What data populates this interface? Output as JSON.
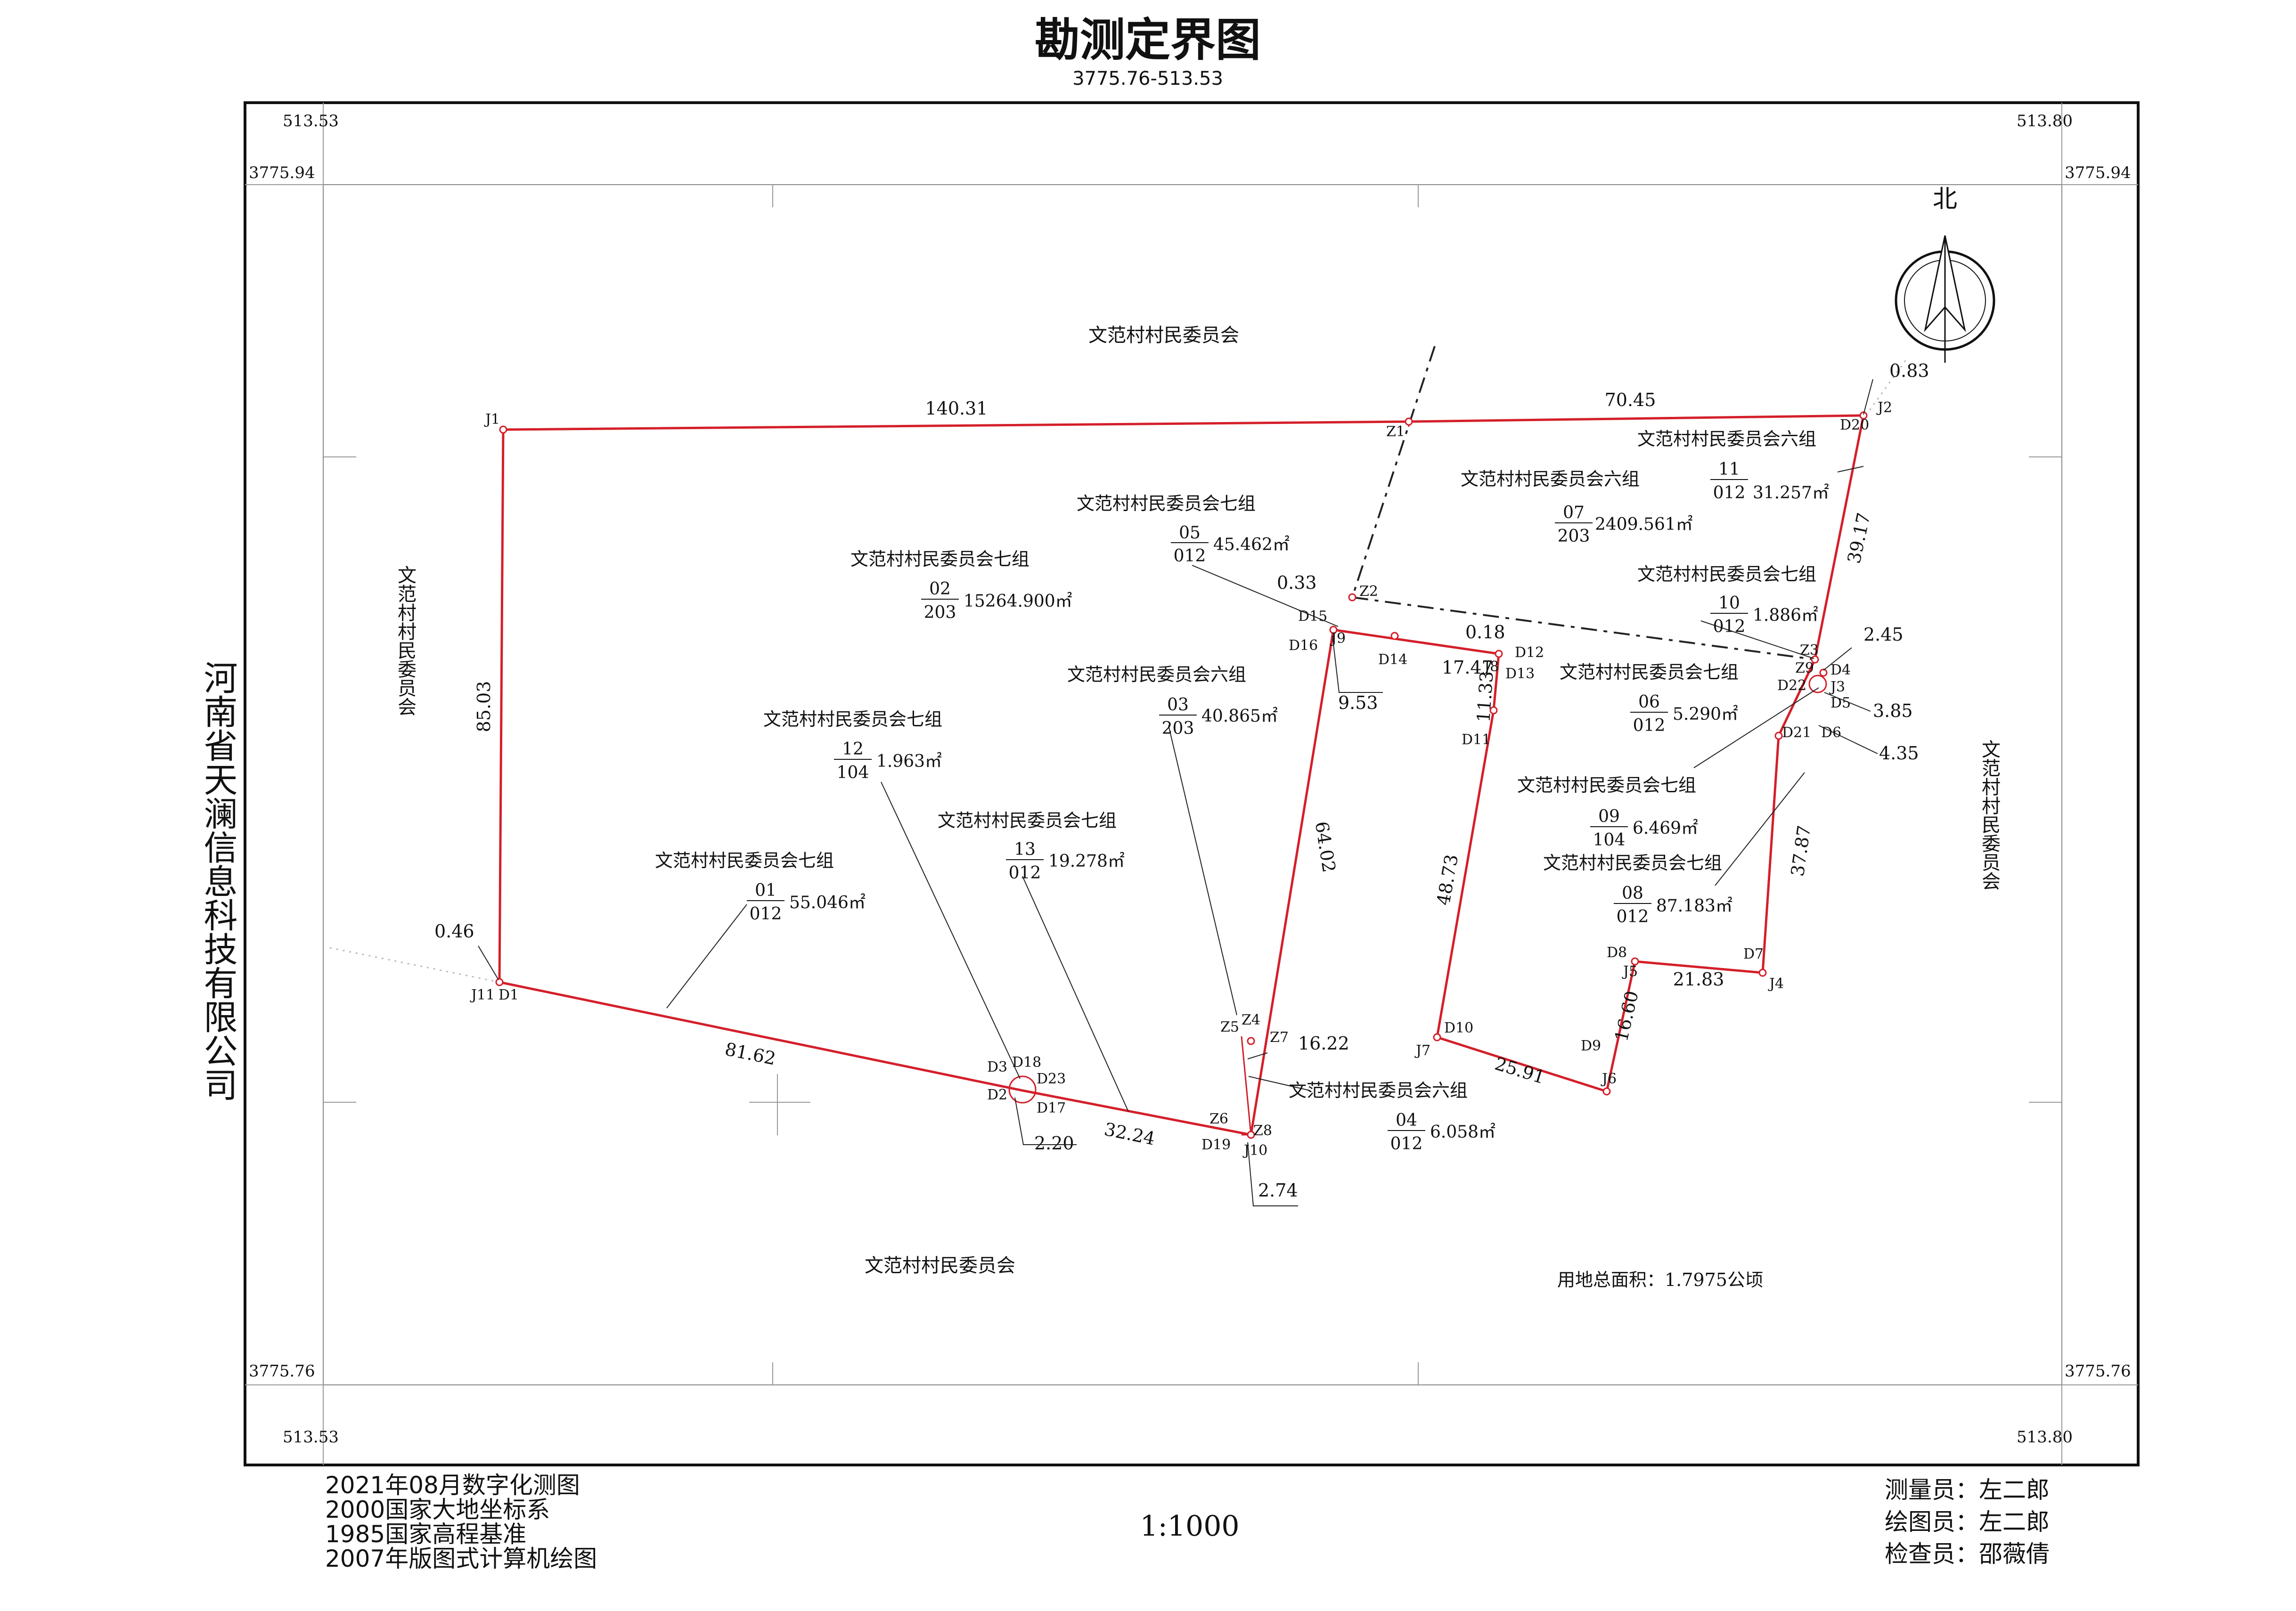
{
  "title": "勘测定界图",
  "map_number": "3775.76-513.53",
  "company": "河南省天澜信息科技有限公司",
  "corner_coords": {
    "tl_x": "513.53",
    "tl_y": "3775.94",
    "tr_x": "513.80",
    "tr_y": "3775.94",
    "bl_x": "513.53",
    "bl_y": "3775.76",
    "br_x": "513.80",
    "br_y": "3775.76"
  },
  "north_label": "北",
  "neighbors": {
    "top": "文范村村民委员会",
    "bottom": "文范村村民委员会",
    "left": "文范村村民委员会",
    "right": "文范村村民委员会"
  },
  "parcels": [
    {
      "owner": "文范村村民委员会七组",
      "num": "02",
      "code": "203",
      "area": "15264.900㎡"
    },
    {
      "owner": "文范村村民委员会七组",
      "num": "05",
      "code": "012",
      "area": "45.462㎡"
    },
    {
      "owner": "文范村村民委员会六组",
      "num": "07",
      "code": "203",
      "area": "2409.561㎡"
    },
    {
      "owner": "文范村村民委员会六组",
      "num": "11",
      "code": "012",
      "area": "31.257㎡"
    },
    {
      "owner": "文范村村民委员会七组",
      "num": "10",
      "code": "012",
      "area": "1.886㎡"
    },
    {
      "owner": "文范村村民委员会六组",
      "num": "03",
      "code": "203",
      "area": "40.865㎡"
    },
    {
      "owner": "文范村村民委员会七组",
      "num": "06",
      "code": "012",
      "area": "5.290㎡"
    },
    {
      "owner": "文范村村民委员会七组",
      "num": "12",
      "code": "104",
      "area": "1.963㎡"
    },
    {
      "owner": "文范村村民委员会七组",
      "num": "13",
      "code": "012",
      "area": "19.278㎡"
    },
    {
      "owner": "文范村村民委员会七组",
      "num": "09",
      "code": "104",
      "area": "6.469㎡"
    },
    {
      "owner": "文范村村民委员会七组",
      "num": "08",
      "code": "012",
      "area": "87.183㎡"
    },
    {
      "owner": "文范村村民委员会七组",
      "num": "01",
      "code": "012",
      "area": "55.046㎡"
    },
    {
      "owner": "文范村村民委员会六组",
      "num": "04",
      "code": "012",
      "area": "6.058㎡"
    }
  ],
  "distances": {
    "d1": "140.31",
    "d2": "70.45",
    "d3": "0.83",
    "d4": "85.03",
    "d5": "0.46",
    "d6": "81.62",
    "d7": "32.24",
    "d8": "2.20",
    "d9": "2.74",
    "d10": "64.02",
    "d11": "16.22",
    "d12": "9.53",
    "d13": "0.33",
    "d14": "17.47",
    "d15": "0.18",
    "d16": "11.33",
    "d17": "48.73",
    "d18": "25.91",
    "d19": "16.60",
    "d20": "21.83",
    "d21": "37.87",
    "d22": "39.17",
    "d23": "2.45",
    "d24": "3.85",
    "d25": "4.35"
  },
  "points": {
    "J1": "J1",
    "J2": "J2",
    "J3": "J3",
    "J4": "J4",
    "J5": "J5",
    "J6": "J6",
    "J7": "J7",
    "J8": "J8",
    "J9": "J9",
    "J10": "J10",
    "J11": "J11",
    "D1": "D1",
    "D2": "D2",
    "D3": "D3",
    "D4": "D4",
    "D5": "D5",
    "D6": "D6",
    "D7": "D7",
    "D8": "D8",
    "D9": "D9",
    "D10": "D10",
    "D11": "D11",
    "D12": "D12",
    "D13": "D13",
    "D14": "D14",
    "D15": "D15",
    "D16": "D16",
    "D17": "D17",
    "D18": "D18",
    "D19": "D19",
    "D20": "D20",
    "D21": "D21",
    "D22": "D22",
    "D23": "D23",
    "Z1": "Z1",
    "Z2": "Z2",
    "Z3": "Z3",
    "Z4": "Z4",
    "Z5": "Z5",
    "Z6": "Z6",
    "Z7": "Z7",
    "Z8": "Z8",
    "Z9": "Z9"
  },
  "total_area": "用地总面积：1.7975公顷",
  "footer": {
    "line1": "2021年08月数字化测图",
    "line2": "2000国家大地坐标系",
    "line3": "1985国家高程基准",
    "line4": "2007年版图式计算机绘图",
    "scale": "1:1000",
    "surveyor": "测量员：左二郎",
    "drafter": "绘图员：左二郎",
    "checker": "检查员：邵薇倩"
  },
  "colors": {
    "boundary": "#d41f2a",
    "ink": "#111111",
    "grid": "#9a9a9a"
  }
}
